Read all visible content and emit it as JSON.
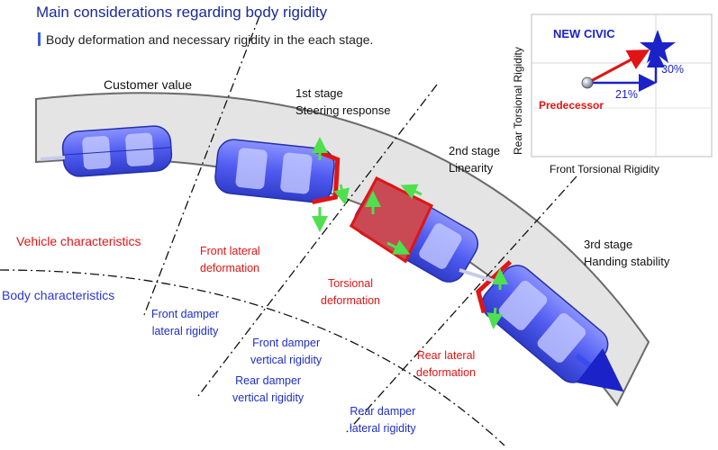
{
  "header": {
    "title": "Main considerations regarding body rigidity",
    "subtitle": "Body deformation and necessary rigidity in the each stage."
  },
  "road": {
    "customer_value": "Customer value",
    "stage1": {
      "name": "1st stage",
      "desc": "Steering response"
    },
    "stage2": {
      "name": "2nd stage",
      "desc": "Linearity"
    },
    "stage3": {
      "name": "3rd stage",
      "desc": "Handing stability"
    }
  },
  "rows": {
    "vehicle": "Vehicle characteristics",
    "body": "Body characteristics"
  },
  "vehicle_labels": {
    "front_lateral": [
      "Front lateral",
      "deformation"
    ],
    "torsional": [
      "Torsional",
      "deformation"
    ],
    "rear_lateral": [
      "Rear lateral",
      "deformation"
    ]
  },
  "body_labels": {
    "front_damper_lateral": [
      "Front damper",
      "lateral rigidity"
    ],
    "front_damper_vertical": [
      "Front damper",
      "vertical rigidity"
    ],
    "rear_damper_vertical": [
      "Rear damper",
      "vertical rigidity"
    ],
    "rear_damper_lateral": [
      "Rear damper",
      "lateral rigidity"
    ]
  },
  "inset": {
    "new_label": "NEW CIVIC",
    "old_label": "Predecessor",
    "rear_pct": "30%",
    "front_pct": "21%",
    "x_axis": "Front Torsional Rigidity",
    "y_axis": "Rear Torsional Rigidity"
  },
  "colors": {
    "title_blue": "#1b2a9a",
    "label_red": "#e01515",
    "label_blue": "#1e2fc4",
    "car_blue": "#4f5cf0",
    "road_gray": "#e4e4e4"
  }
}
